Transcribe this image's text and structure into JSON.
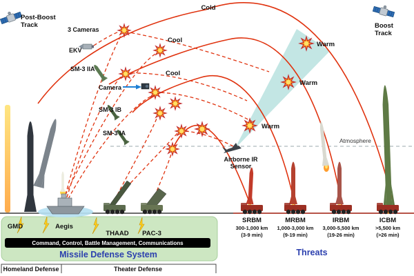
{
  "colors": {
    "trajectory_red": "#e0330f",
    "heading_blue": "#2b3fae",
    "panel_green": "#cde7c2",
    "burst_orange": "#f7941d",
    "cone_teal": "#7ac7c4"
  },
  "satellites": {
    "post_boost_line1": "Post-Boost",
    "post_boost_line2": "Track",
    "boost_line1": "Boost",
    "boost_line2": "Track"
  },
  "phase_labels": {
    "cold": "Cold",
    "cool_upper": "Cool",
    "cool_lower": "Cool",
    "warm_high": "Warm",
    "warm_mid": "Warm",
    "warm_low": "Warm",
    "atmosphere": "Atmosphere"
  },
  "sensors": {
    "three_cameras": "3 Cameras",
    "ekv": "EKV",
    "camera": "Camera",
    "airborne_line1": "Airborne IR",
    "airborne_line2": "Sensor"
  },
  "interceptors": {
    "sm3_iia": "SM-3 IIA",
    "sm3_ib": "SM-3 IB",
    "sm3_ia": "SM-3 IA"
  },
  "defense_system": {
    "gmd": "GMD",
    "aegis": "Aegis",
    "thaad": "THAAD",
    "pac3": "PAC-3",
    "c2bmc": "Command, Control, Battle Management, Communications",
    "title": "Missile Defense System",
    "homeland": "Homeland Defense",
    "theater": "Theater Defense"
  },
  "threats": {
    "title": "Threats",
    "items": [
      {
        "name": "SRBM",
        "range": "300-1,000 km",
        "time": "(3-9 min)"
      },
      {
        "name": "MRBM",
        "range": "1,000-3,000 km",
        "time": "(9-19 min)"
      },
      {
        "name": "IRBM",
        "range": "3,000-5,500 km",
        "time": "(19-26 min)"
      },
      {
        "name": "ICBM",
        "range": ">5,500 km",
        "time": "(>26 min)"
      }
    ]
  }
}
